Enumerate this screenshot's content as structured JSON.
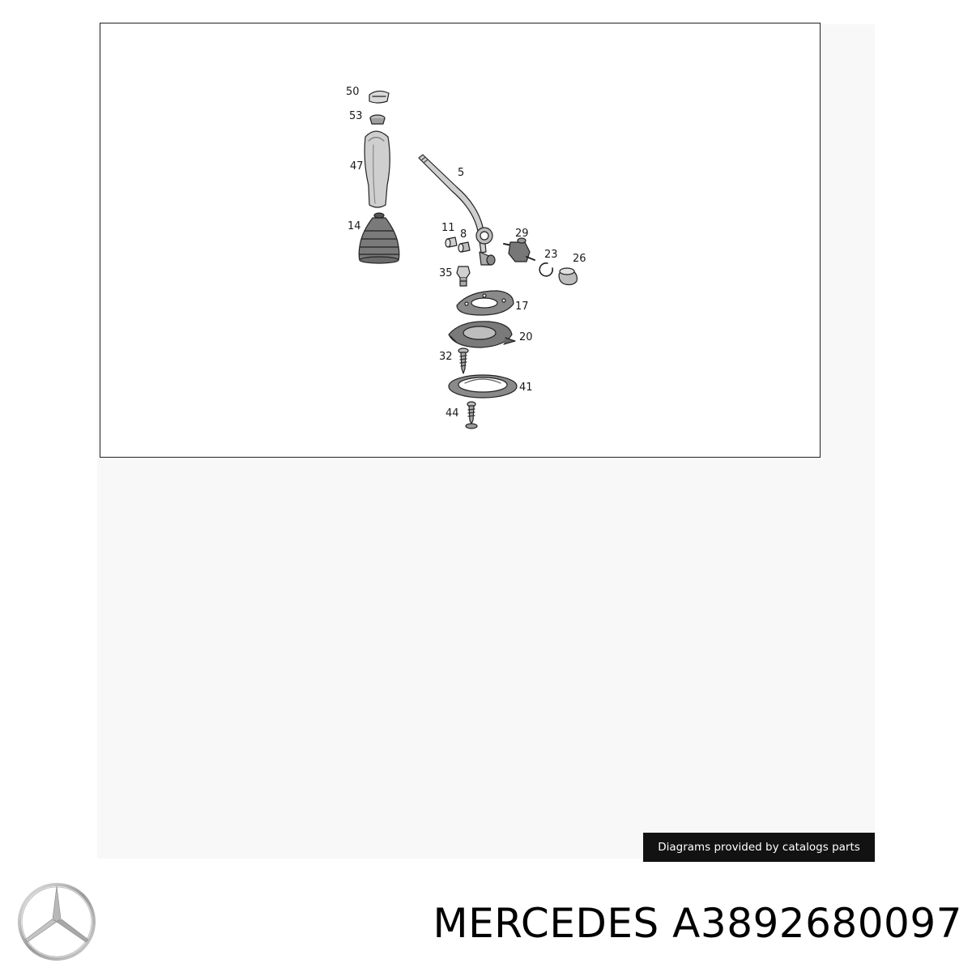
{
  "diagram": {
    "callouts": [
      "50",
      "53",
      "47",
      "14",
      "5",
      "11",
      "8",
      "29",
      "23",
      "26",
      "35",
      "17",
      "20",
      "32",
      "41",
      "44"
    ]
  },
  "credit_text": "Diagrams provided by catalogs parts",
  "product": {
    "brand": "MERCEDES",
    "part_number": "A3892680097",
    "logo_icon": "mercedes-star-icon"
  }
}
